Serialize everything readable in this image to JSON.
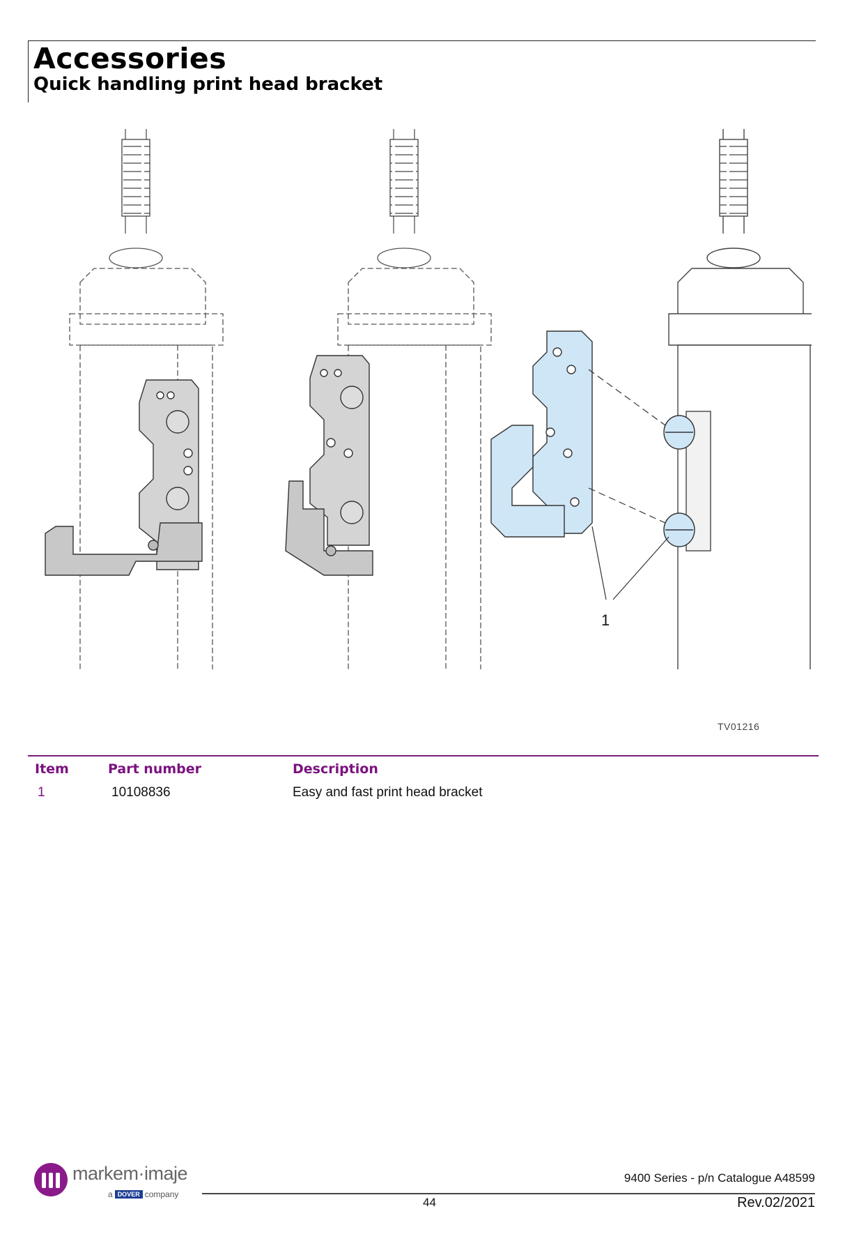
{
  "header": {
    "title": "Accessories",
    "subtitle": "Quick handling print head bracket"
  },
  "figure": {
    "code": "TV01216",
    "callout": "1"
  },
  "table": {
    "headers": {
      "item": "Item",
      "part": "Part number",
      "desc": "Description"
    },
    "rows": [
      {
        "item": "1",
        "part": "10108836",
        "desc": "Easy and fast print head bracket"
      }
    ]
  },
  "footer": {
    "brand": "markem·imaje",
    "brand_sub_prefix": "a",
    "brand_sub_dover": "DOVER",
    "brand_sub_suffix": "company",
    "catalogue": "9400 Series - p/n Catalogue A48599",
    "page": "44",
    "revision": "Rev.02/2021"
  },
  "colors": {
    "accent": "#7b1280",
    "highlight": "#cfe6f7",
    "logo": "#8a1a8a"
  }
}
